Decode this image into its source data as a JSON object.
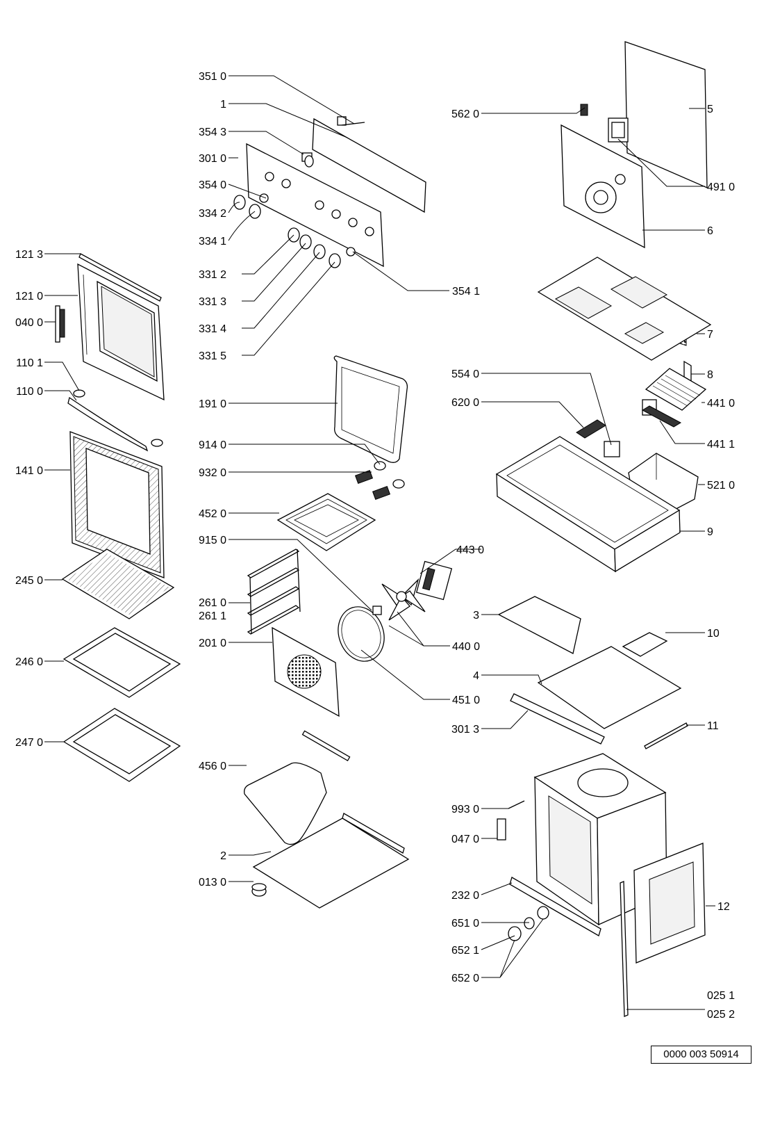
{
  "reference_number": "0000 003 50914",
  "labels": {
    "p351_0": "351 0",
    "p1": "1",
    "p354_3": "354 3",
    "p301_0": "301 0",
    "p354_0": "354 0",
    "p334_2": "334 2",
    "p334_1": "334 1",
    "p331_2": "331 2",
    "p331_3": "331 3",
    "p331_4": "331 4",
    "p331_5": "331 5",
    "p354_1": "354 1",
    "p121_3": "121 3",
    "p121_0": "121 0",
    "p040_0": "040 0",
    "p110_1": "110 1",
    "p110_0": "110 0",
    "p141_0": "141 0",
    "p245_0": "245 0",
    "p246_0": "246 0",
    "p247_0": "247 0",
    "p191_0": "191 0",
    "p914_0": "914 0",
    "p932_0": "932 0",
    "p452_0": "452 0",
    "p915_0": "915 0",
    "p261_0": "261 0",
    "p261_1": "261 1",
    "p201_0": "201 0",
    "p456_0": "456 0",
    "p2": "2",
    "p013_0": "013 0",
    "p443_0": "443 0",
    "p440_0": "440 0",
    "p451_0": "451 0",
    "p562_0": "562 0",
    "p5": "5",
    "p491_0": "491 0",
    "p6": "6",
    "p7": "7",
    "p8": "8",
    "p554_0": "554 0",
    "p620_0": "620 0",
    "p441_0": "441 0",
    "p441_1": "441 1",
    "p521_0": "521 0",
    "p9": "9",
    "p3": "3",
    "p10": "10",
    "p4": "4",
    "p301_3": "301 3",
    "p11": "11",
    "p993_0": "993 0",
    "p047_0": "047 0",
    "p232_0": "232 0",
    "p651_0": "651 0",
    "p652_1": "652 1",
    "p652_0": "652 0",
    "p12": "12",
    "p025_1": "025 1",
    "p025_2": "025 2"
  }
}
